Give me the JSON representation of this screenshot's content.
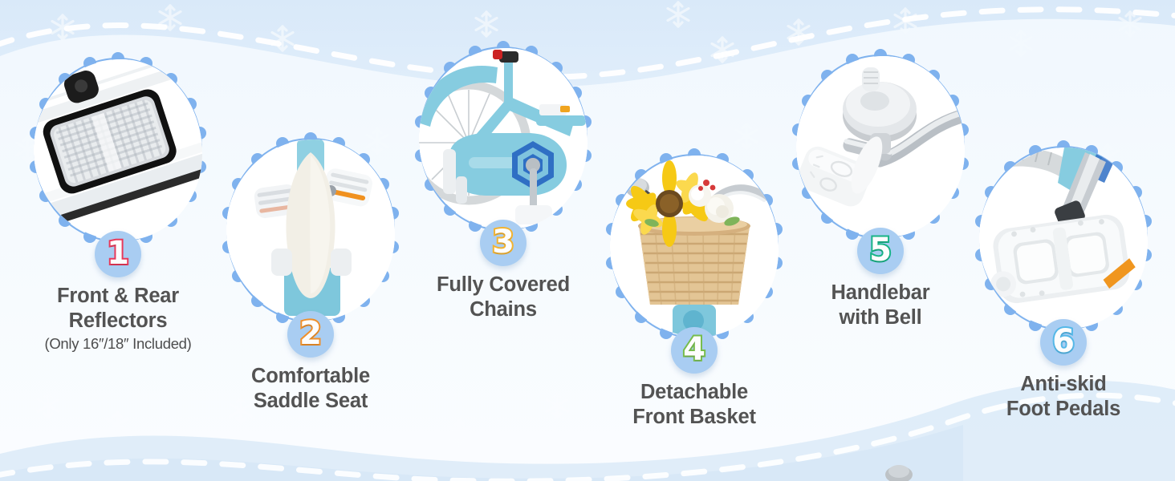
{
  "page": {
    "kind": "product-feature-infographic",
    "background": {
      "top_color": "#dbeaf9",
      "bottom_color": "#f2f8fd",
      "wave_color": "#eaf4fc",
      "dash_color": "#ffffff"
    }
  },
  "theme": {
    "badge_circle": "#a9cdf2",
    "bubble_outline": "#7fb2ee",
    "bubble_dot": "#7fb2ee",
    "caption_color": "#535353",
    "bike_blue": "#86cce0"
  },
  "features": [
    {
      "number": "1",
      "number_color": "#e8395a",
      "badge_name": "badge-1",
      "image_name": "front-rear-reflectors-photo",
      "title_line1": "Front & Rear",
      "title_line2": "Reflectors",
      "note": "(Only 16″/18″ Included)"
    },
    {
      "number": "2",
      "number_color": "#f0902a",
      "badge_name": "badge-2",
      "image_name": "comfortable-saddle-seat-photo",
      "title_line1": "Comfortable",
      "title_line2": "Saddle Seat",
      "note": ""
    },
    {
      "number": "3",
      "number_color": "#f2b331",
      "badge_name": "badge-3",
      "image_name": "fully-covered-chains-photo",
      "title_line1": "Fully Covered",
      "title_line2": "Chains",
      "note": ""
    },
    {
      "number": "4",
      "number_color": "#77bd4c",
      "badge_name": "badge-4",
      "image_name": "detachable-front-basket-photo",
      "title_line1": "Detachable",
      "title_line2": "Front Basket",
      "note": ""
    },
    {
      "number": "5",
      "number_color": "#18b487",
      "badge_name": "badge-5",
      "image_name": "handlebar-with-bell-photo",
      "title_line1": "Handlebar",
      "title_line2": "with Bell",
      "note": ""
    },
    {
      "number": "6",
      "number_color": "#54b8e8",
      "badge_name": "badge-6",
      "image_name": "anti-skid-foot-pedals-photo",
      "title_line1": "Anti-skid",
      "title_line2": "Foot Pedals",
      "note": ""
    }
  ]
}
